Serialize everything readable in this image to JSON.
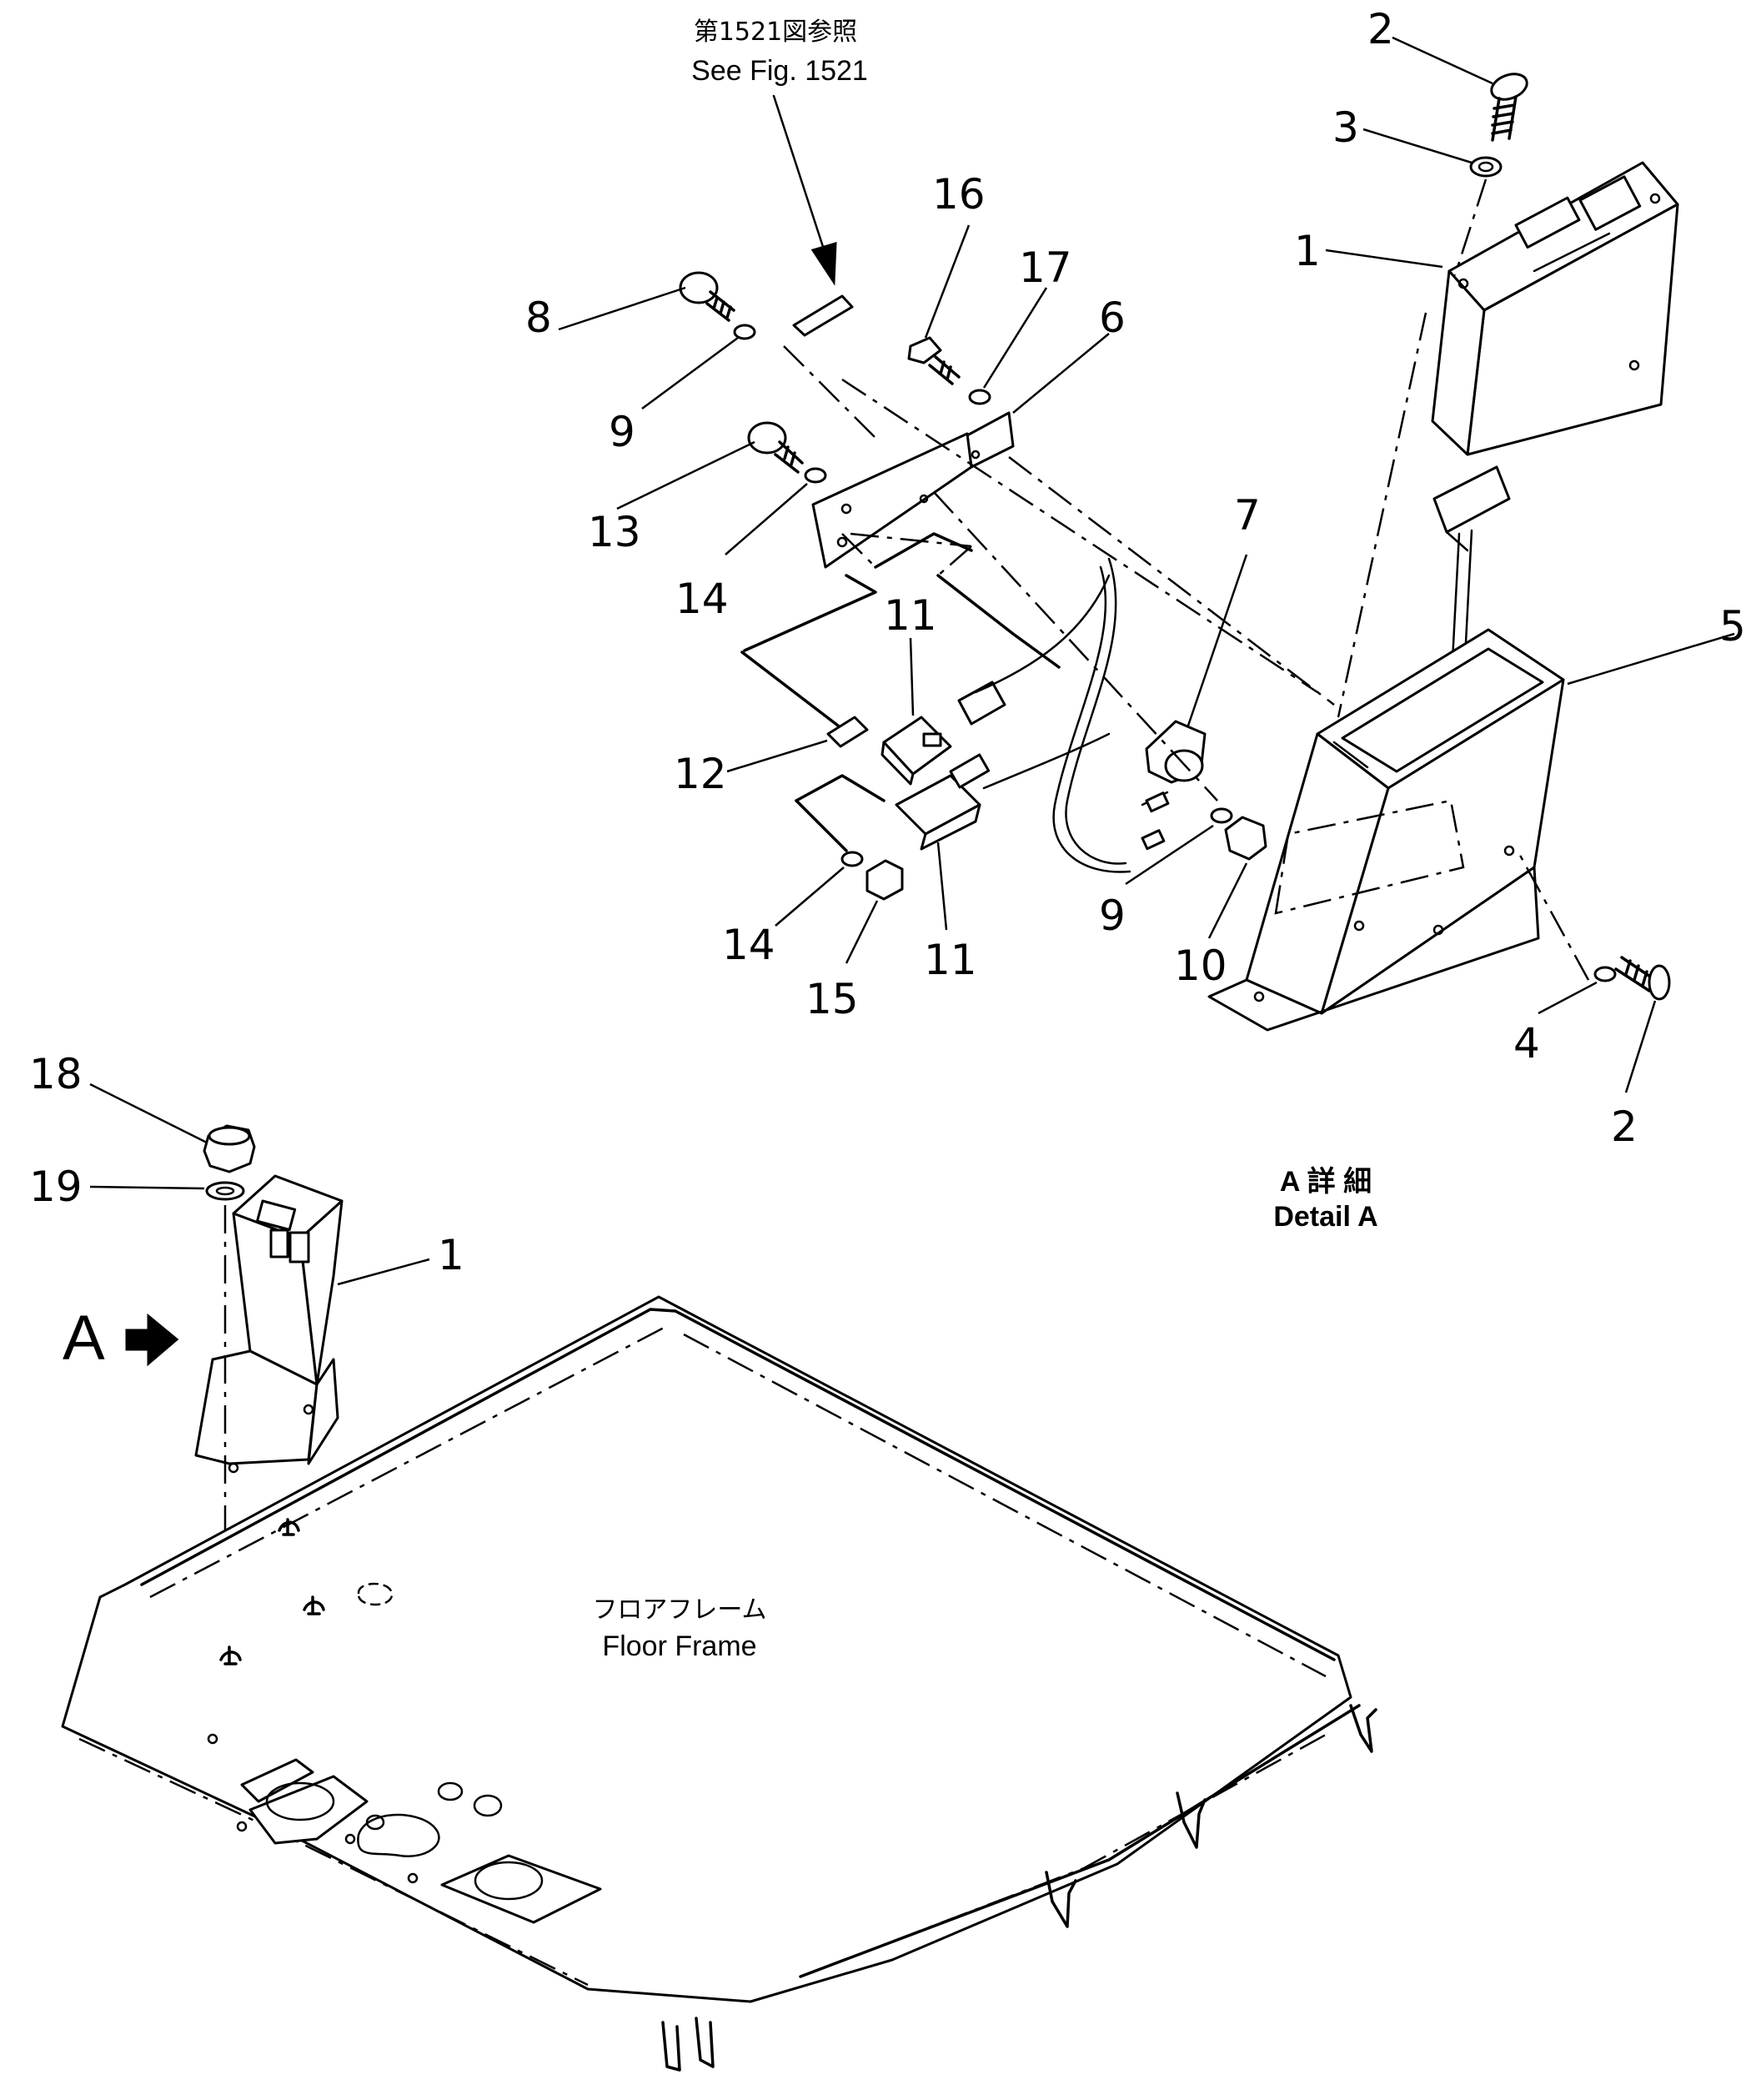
{
  "reference": {
    "jp": "第1521図参照",
    "en": "See Fig. 1521"
  },
  "detail": {
    "jp": "A 詳 細",
    "en": "Detail A"
  },
  "floor_frame": {
    "jp": "フロアフレーム",
    "en": "Floor Frame"
  },
  "view_arrow": {
    "label": "A"
  },
  "callouts": {
    "c2_top": "2",
    "c3": "3",
    "c1_top": "1",
    "c16": "16",
    "c17": "17",
    "c6": "6",
    "c8": "8",
    "c9_upper": "9",
    "c13": "13",
    "c14_upper": "14",
    "c7": "7",
    "c5": "5",
    "c11_upper": "11",
    "c12": "12",
    "c14_lower": "14",
    "c15": "15",
    "c11_lower": "11",
    "c9_lower": "9",
    "c10": "10",
    "c4": "4",
    "c2_bottom": "2",
    "c18": "18",
    "c19": "19",
    "c1_lower": "1"
  },
  "icons": [
    "arrow-right-icon",
    "arrow-down-icon"
  ]
}
